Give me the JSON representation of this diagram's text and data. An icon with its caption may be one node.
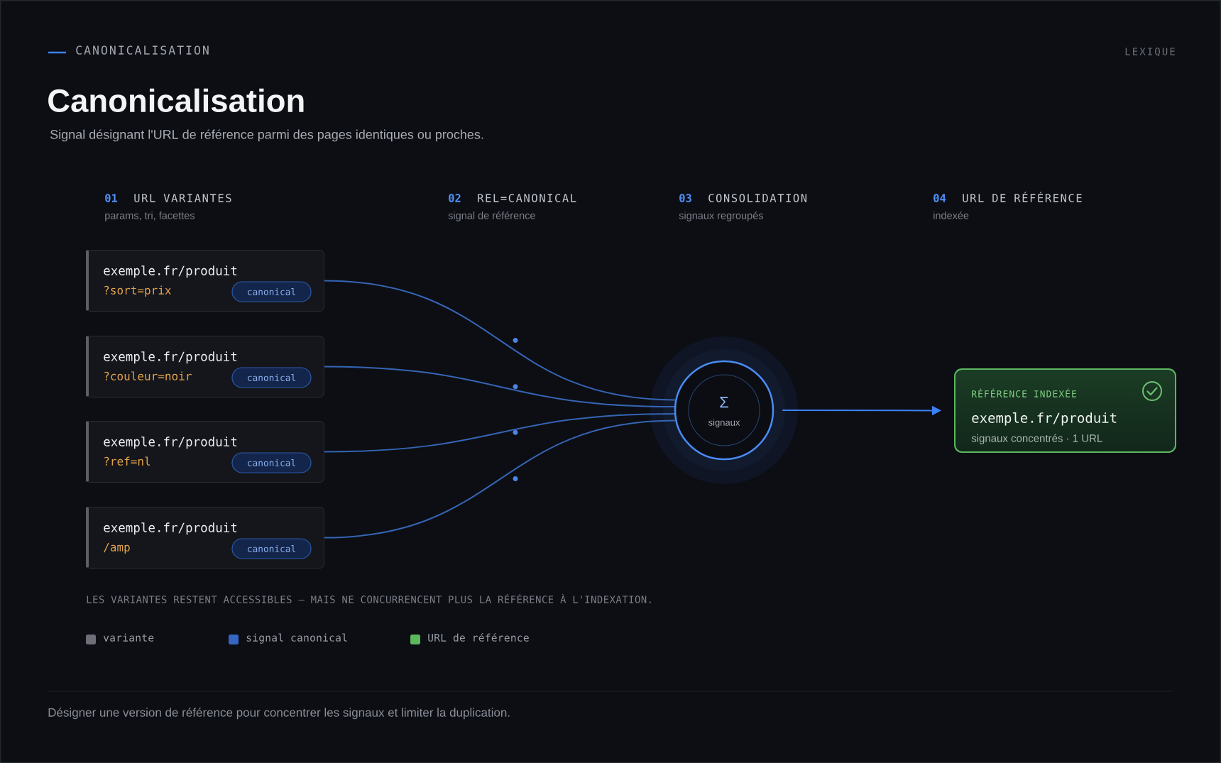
{
  "diagram": {
    "title": "Canonicalisation",
    "caption": "Désigner une version de référence pour concentrer les signaux et limiter la duplication.",
    "nodes": [
      {
        "text": [
          "exemple.fr/produit",
          "?sort=prix"
        ]
      },
      {
        "text": [
          "canonical"
        ],
        "in": 0
      },
      {
        "text": [
          "exemple.fr/produit",
          "?couleur=noir"
        ]
      },
      {
        "text": [
          "canonical"
        ],
        "in": 2
      },
      {
        "text": [
          "exemple.fr/produit",
          "?ref=nl"
        ]
      },
      {
        "text": [
          "canonical"
        ],
        "in": 4
      },
      {
        "text": [
          "exemple.fr/produit",
          "/amp"
        ]
      },
      {
        "text": [
          "canonical"
        ],
        "in": 6
      },
      {
        "text": [
          "Σ",
          "signaux"
        ]
      },
      {
        "text": [
          "RÉFÉRENCE INDEXÉE",
          "exemple.fr/produit",
          "signaux concentrés · 1 URL"
        ]
      }
    ],
    "edges": [
      {
        "from": 0,
        "to": 8,
        "arrow": "none"
      },
      {
        "from": 2,
        "to": 8,
        "arrow": "none"
      },
      {
        "from": 4,
        "to": 8,
        "arrow": "none"
      },
      {
        "from": 6,
        "to": 8,
        "arrow": "none"
      },
      {
        "from": 8,
        "to": 9,
        "arrow": "to",
        "color": "#3b82f6"
      }
    ],
    "labels": [
      "CANONICALISATION",
      "LEXIQUE",
      "Signal désignant l'URL de référence parmi des pages identiques ou proches.",
      "01",
      "URL VARIANTES",
      "params, tri, facettes",
      "02",
      "REL=CANONICAL",
      "signal de référence",
      "03",
      "CONSOLIDATION",
      "signaux regroupés",
      "04",
      "URL DE RÉFÉRENCE",
      "indexée",
      "LES VARIANTES RESTENT ACCESSIBLES — MAIS NE CONCURRENCENT PLUS LA RÉFÉRENCE À L'INDEXATION."
    ],
    "legend": [
      {
        "text": "variante",
        "color": "#6e6d78"
      },
      {
        "text": "signal canonical",
        "color": "#3566c4"
      },
      {
        "text": "URL de référence",
        "color": "#5cb85c"
      }
    ]
  }
}
